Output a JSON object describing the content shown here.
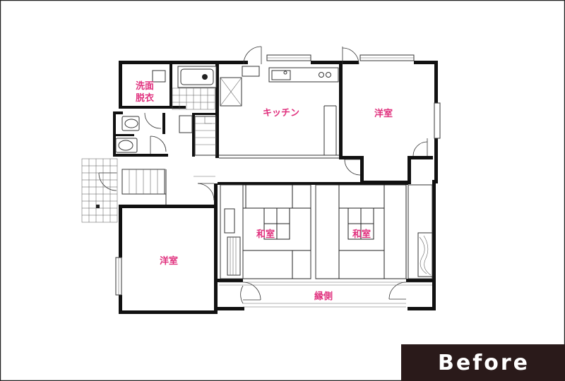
{
  "rooms": {
    "washroom_line1": "洗面",
    "washroom_line2": "脱衣",
    "kitchen": "キッチン",
    "western_room_upper": "洋室",
    "japanese_room_left": "和室",
    "japanese_room_right": "和室",
    "western_room_lower": "洋室",
    "veranda": "縁側"
  },
  "badge": {
    "label": "Before",
    "background_color": "#2a1a1a",
    "text_color": "#ffffff"
  },
  "colors": {
    "room_label": "#e0317e",
    "walls": "#111111"
  }
}
